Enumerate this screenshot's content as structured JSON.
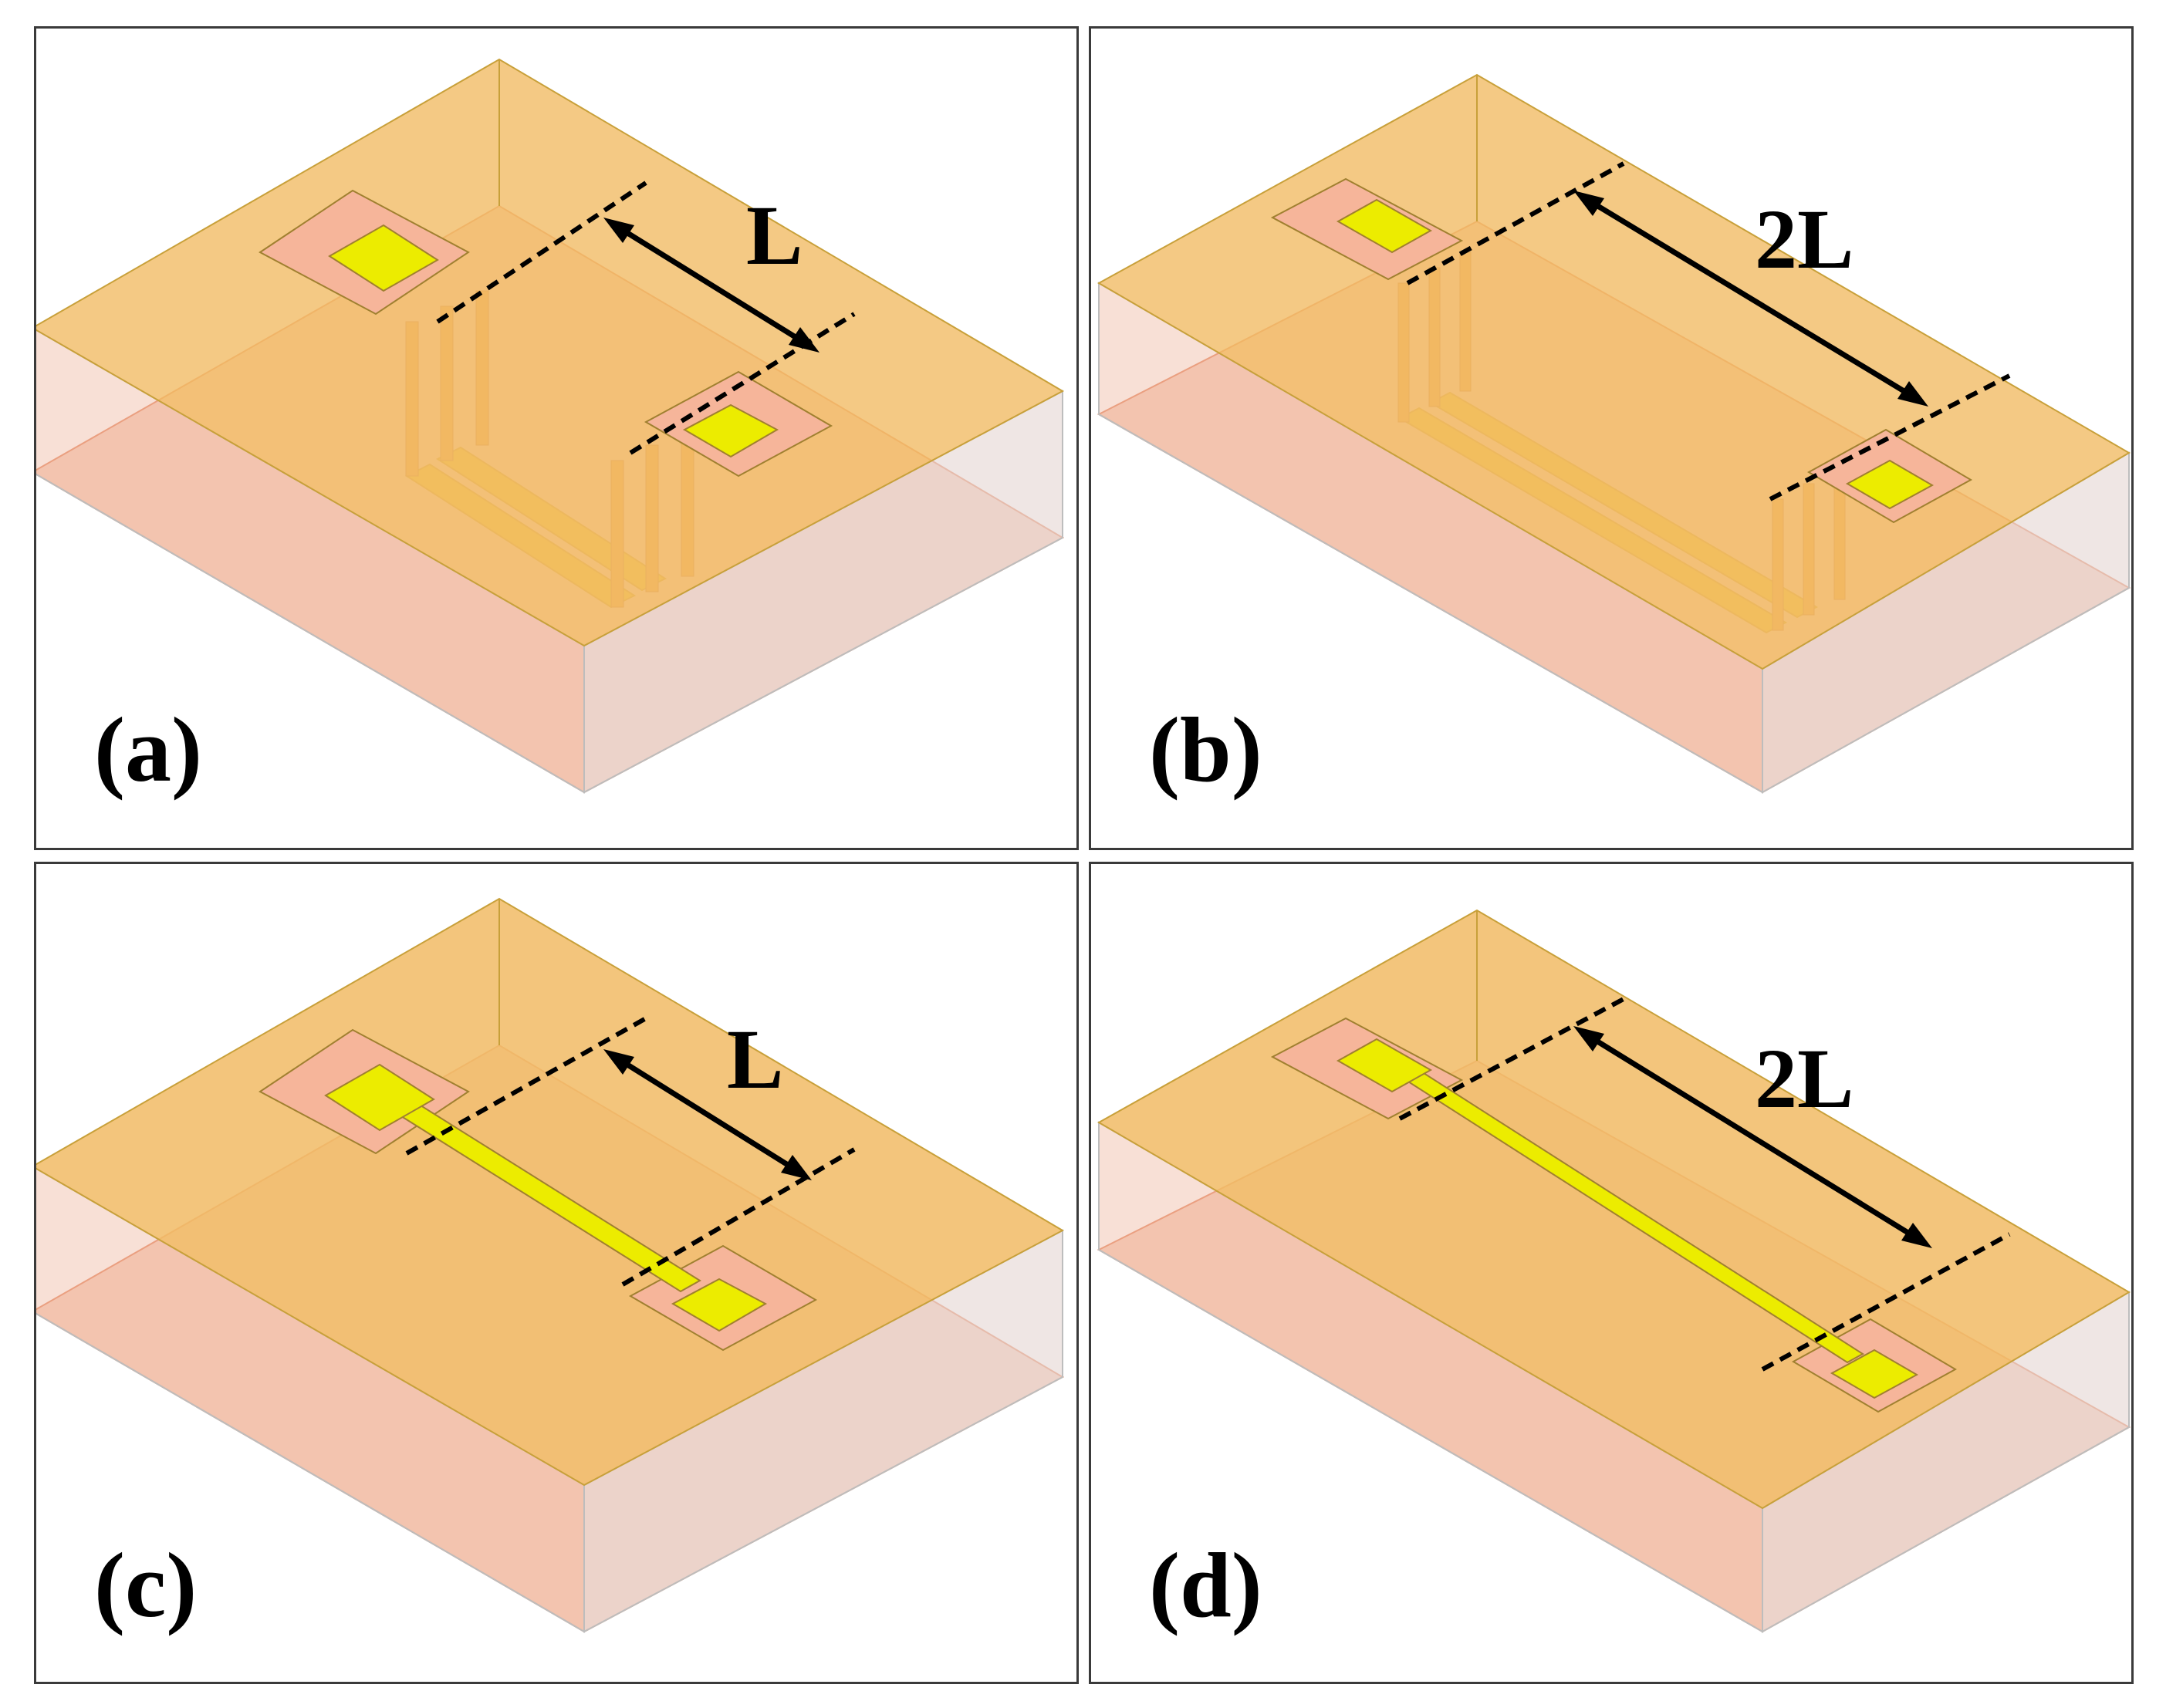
{
  "panels": [
    {
      "id": "a",
      "label": "(a)",
      "dimension": "L"
    },
    {
      "id": "b",
      "label": "(b)",
      "dimension": "2L"
    },
    {
      "id": "c",
      "label": "(c)",
      "dimension": "L"
    },
    {
      "id": "d",
      "label": "(d)",
      "dimension": "2L"
    }
  ],
  "colors": {
    "substrate_top": "#f2bf6e",
    "substrate_front": "#f4c0a8",
    "substrate_side": "#e4e4e4",
    "substrate_edge": "#c8a03a",
    "bottom_edge": "#e07040",
    "pad": "#ecec00",
    "clearance": "#f6b59a",
    "via": "#f0901c",
    "strip": "#f0b400",
    "marker": "#000000"
  }
}
